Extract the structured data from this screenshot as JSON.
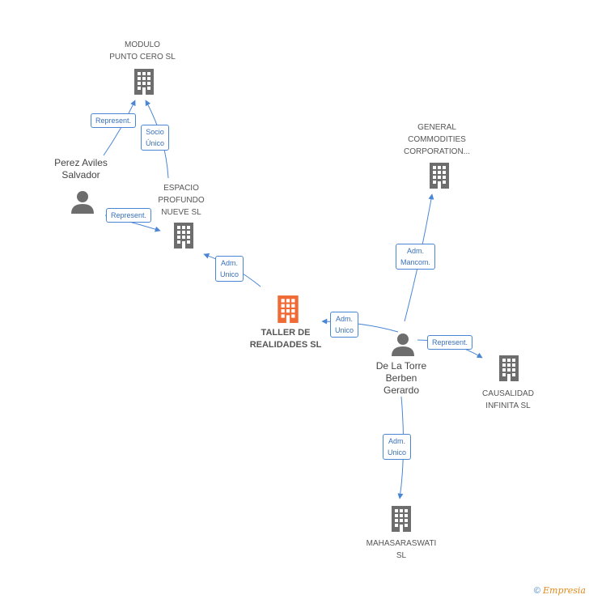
{
  "nodes": {
    "modulo": {
      "label": "MODULO\nPUNTO CERO SL"
    },
    "espacio": {
      "label": "ESPACIO\nPROFUNDO\nNUEVE SL"
    },
    "taller": {
      "label": "TALLER DE\nREALIDADES SL"
    },
    "general": {
      "label": "GENERAL\nCOMMODITIES\nCORPORATION..."
    },
    "causalidad": {
      "label": "CAUSALIDAD\nINFINITA SL"
    },
    "mahasaraswati": {
      "label": "MAHASARASWATI\nSL"
    },
    "perez": {
      "label": "Perez Aviles\nSalvador"
    },
    "delatorre": {
      "label": "De La Torre\nBerben\nGerardo"
    }
  },
  "edges": {
    "perez_modulo": "Represent.",
    "espacio_modulo": "Socio\nÚnico",
    "perez_espacio": "Represent.",
    "taller_espacio": "Adm.\nUnico",
    "delatorre_taller": "Adm.\nUnico",
    "delatorre_general": "Adm.\nMancom.",
    "delatorre_causalidad": "Represent.",
    "delatorre_mahasaraswati": "Adm.\nUnico"
  },
  "colors": {
    "edge": "#4a86d4",
    "building": "#6d6d6d",
    "main_building": "#f06a35",
    "person": "#6d6d6d"
  },
  "footer": {
    "symbol": "©",
    "brand": "Empresia"
  }
}
